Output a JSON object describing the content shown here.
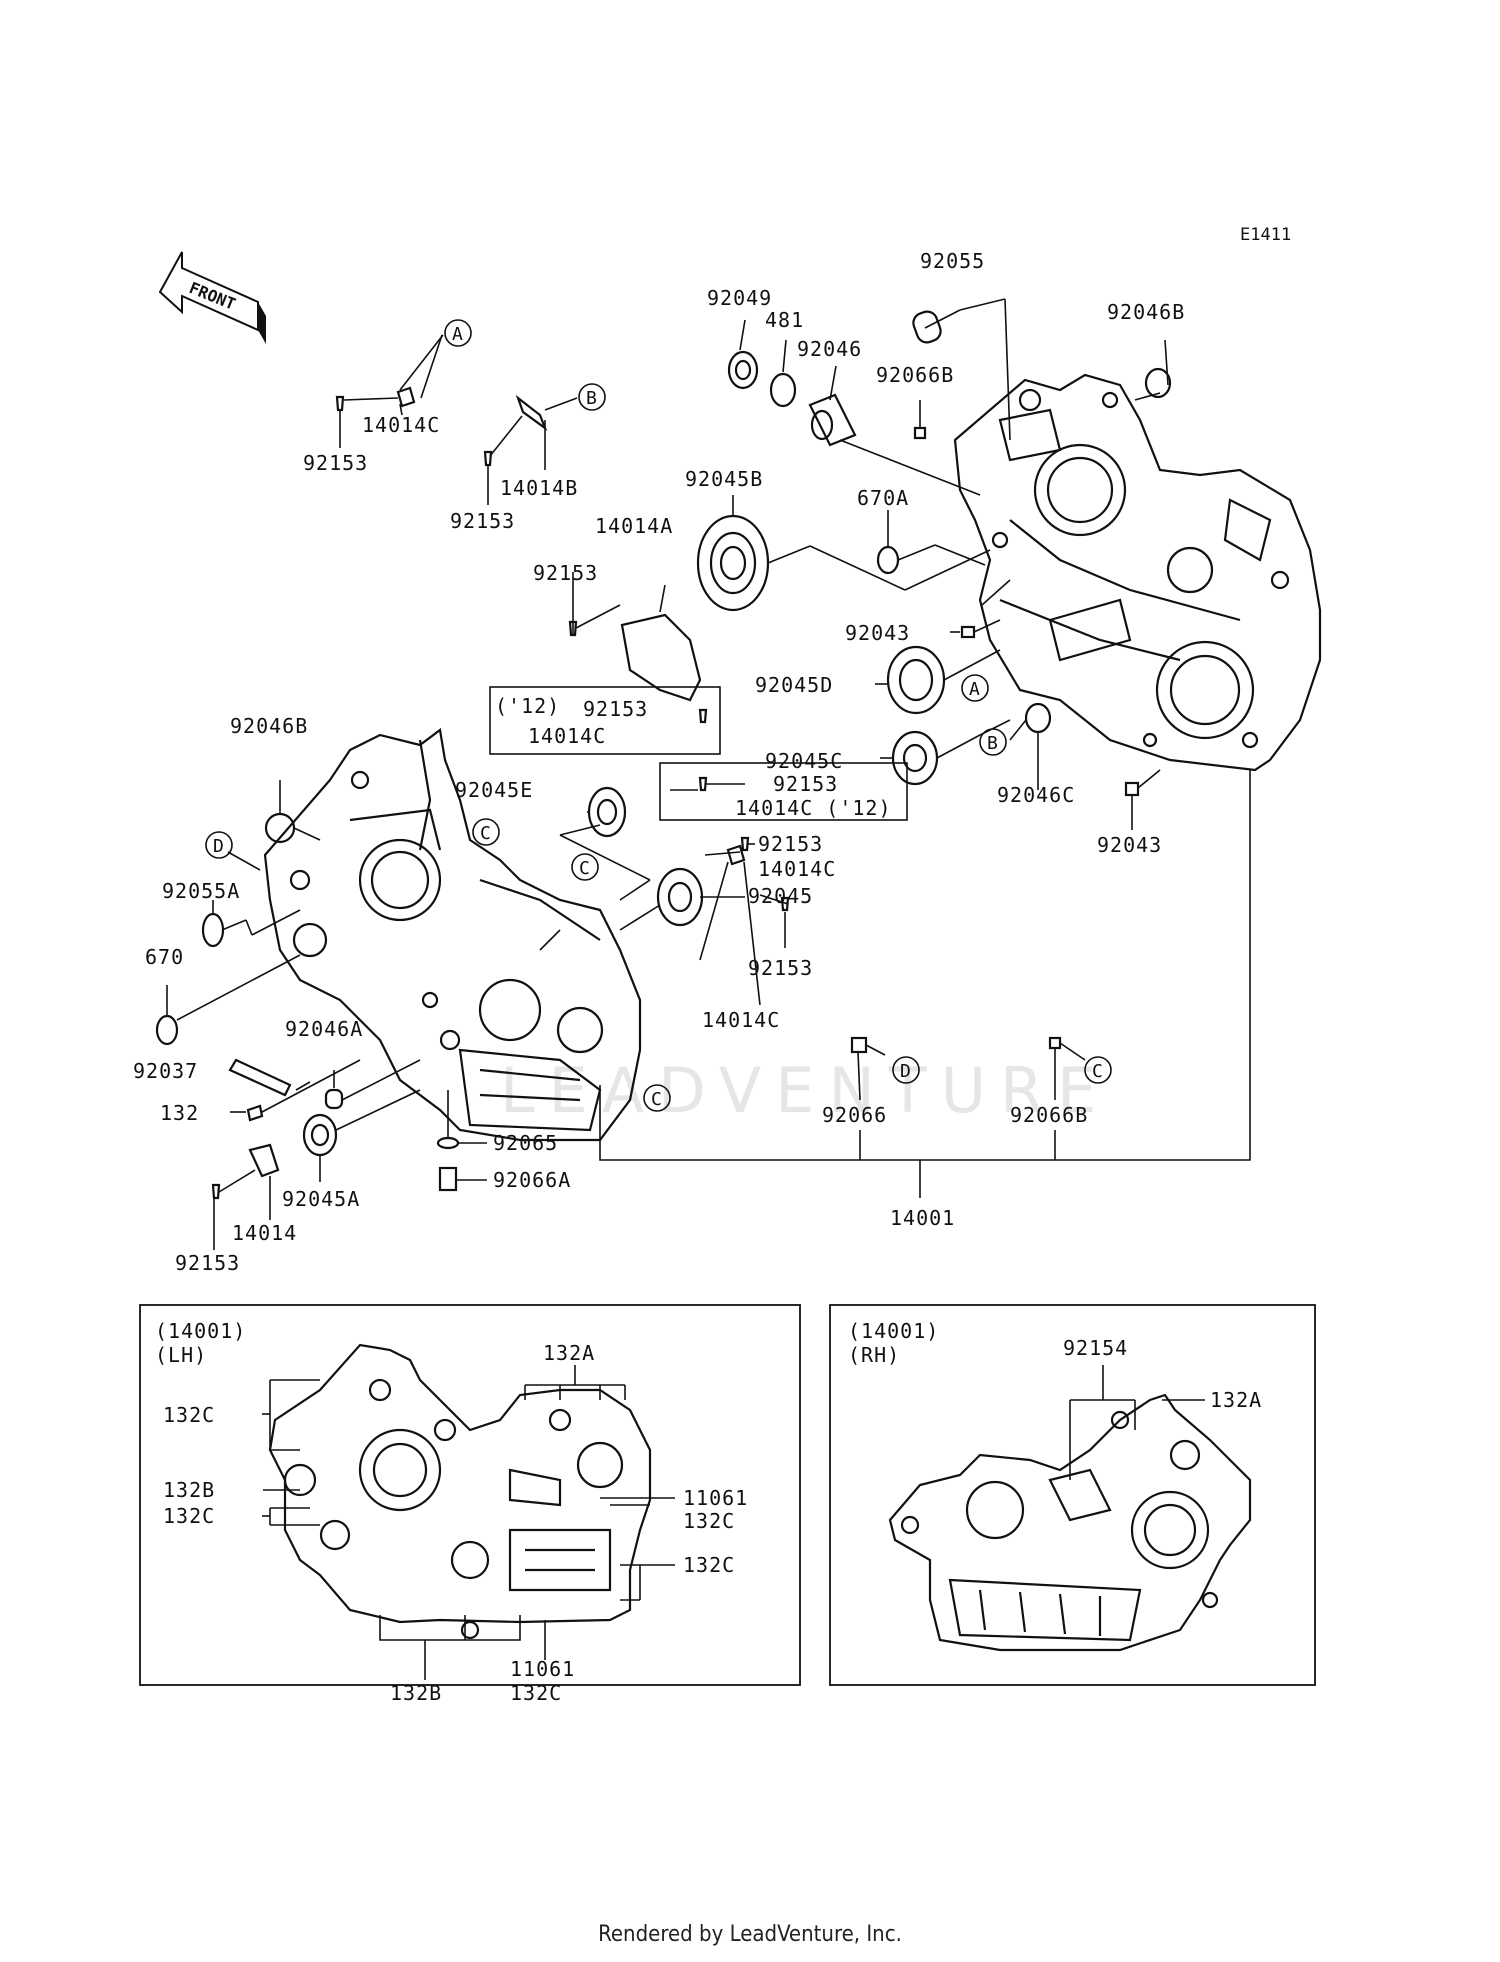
{
  "diagram_code": "E1411",
  "front_marker": "FRONT",
  "watermark": "LEADVENTURE",
  "footer": "Rendered by LeadVenture, Inc.",
  "parts": {
    "p92055": "92055",
    "p92049": "92049",
    "p481": "481",
    "p92046": "92046",
    "p92046B_top": "92046B",
    "p92066B_top": "92066B",
    "p670A": "670A",
    "p92045B": "92045B",
    "p14014A": "14014A",
    "p92153_a": "92153",
    "p14014C_a": "14014C",
    "p92153_b": "92153",
    "p14014B": "14014B",
    "p92153_c": "92153",
    "p92043_a": "92043",
    "p92045D": "92045D",
    "p92045C": "92045C",
    "p92046C": "92046C",
    "p92043_b": "92043",
    "p12_a": "('12)",
    "p92153_d": "92153",
    "p14014C_b": "14014C",
    "p92153_e": "92153",
    "p14014C_12": "14014C ('12)",
    "p92046B_left": "92046B",
    "p92045E": "92045E",
    "p92153_f": "92153",
    "p14014C_c": "14014C",
    "p92045": "92045",
    "p92055A": "92055A",
    "p670": "670",
    "p92153_g": "92153",
    "p14014C_d": "14014C",
    "p92046A": "92046A",
    "p92037": "92037",
    "p132": "132",
    "p92065": "92065",
    "p92066A": "92066A",
    "p92045A": "92045A",
    "p14014": "14014",
    "p92153_h": "92153",
    "p92066": "92066",
    "p92066B_mid": "92066B",
    "p14001": "14001"
  },
  "ref_letters": {
    "a1": "A",
    "b1": "B",
    "a2": "A",
    "b2": "B",
    "c1": "C",
    "c2": "C",
    "c3": "C",
    "c4": "C",
    "d1": "D",
    "d2": "D"
  },
  "inset_lh": {
    "ref": "(14001)",
    "side": "(LH)",
    "labels": {
      "l132A": "132A",
      "l132C_1": "132C",
      "l132B_1": "132B",
      "l132C_2": "132C",
      "l11061_1": "11061",
      "l132C_3": "132C",
      "l132C_4": "132C",
      "l132B_2": "132B",
      "l11061_2": "11061",
      "l132C_5": "132C"
    }
  },
  "inset_rh": {
    "ref": "(14001)",
    "side": "(RH)",
    "labels": {
      "l92154": "92154",
      "l132A": "132A"
    }
  }
}
